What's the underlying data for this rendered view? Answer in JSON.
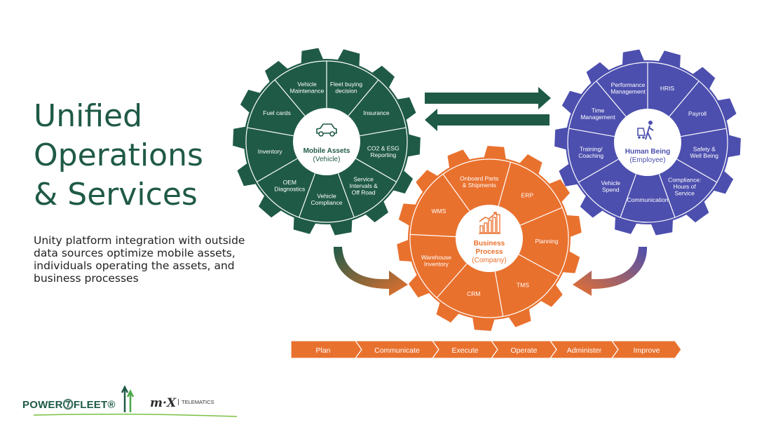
{
  "title": {
    "lines": [
      "Unified",
      "Operations",
      "& Services"
    ]
  },
  "subtitle": {
    "lines": [
      "Unity platform integration with outside",
      "data sources optimize mobile assets,",
      "individuals operating the assets, and",
      "business processes"
    ]
  },
  "colors": {
    "green": "#1f5a47",
    "blue": "#4c4fae",
    "orange": "#e9712e",
    "text_dark": "#222222"
  },
  "gears": {
    "mobile": {
      "title": "Mobile Assets",
      "subtitle": "(Vehicle)",
      "icon": "car-icon",
      "segments": [
        {
          "lines": [
            "Vehicle",
            "Maintenance"
          ]
        },
        {
          "lines": [
            "Fleet buying",
            "decision"
          ]
        },
        {
          "lines": [
            "Insurance"
          ]
        },
        {
          "lines": [
            "CO2 & ESG",
            "Reporting"
          ]
        },
        {
          "lines": [
            "Service",
            "Intervals &",
            "Off Road"
          ]
        },
        {
          "lines": [
            "Vehicle",
            "Compliance"
          ]
        },
        {
          "lines": [
            "OEM",
            "Diagnostics"
          ]
        },
        {
          "lines": [
            "Inventory"
          ]
        },
        {
          "lines": [
            "Fuel cards"
          ]
        }
      ]
    },
    "human": {
      "title": "Human Being",
      "subtitle": "(Employee)",
      "icon": "worker-cart-icon",
      "segments": [
        {
          "lines": [
            "Performance",
            "Management"
          ]
        },
        {
          "lines": [
            "HRIS"
          ]
        },
        {
          "lines": [
            "Payroll"
          ]
        },
        {
          "lines": [
            "Safety &",
            "Well Being"
          ]
        },
        {
          "lines": [
            "Compliance:",
            "Hours of",
            "Service"
          ]
        },
        {
          "lines": [
            "Communication"
          ]
        },
        {
          "lines": [
            "Vehicle",
            "Spend"
          ]
        },
        {
          "lines": [
            "Training/",
            "Coaching"
          ]
        },
        {
          "lines": [
            "Time",
            "Management"
          ]
        }
      ]
    },
    "business": {
      "title": "Business",
      "title2": "Process",
      "subtitle": "(Company)",
      "icon": "growth-chart-icon",
      "segments": [
        {
          "lines": [
            "Onboard Parts",
            "& Shipments"
          ]
        },
        {
          "lines": [
            "ERP"
          ]
        },
        {
          "lines": [
            "Planning"
          ]
        },
        {
          "lines": [
            "TMS"
          ]
        },
        {
          "lines": [
            "CRM"
          ]
        },
        {
          "lines": [
            "Warehouse",
            "Inventory"
          ]
        },
        {
          "lines": [
            "WMS"
          ]
        }
      ]
    }
  },
  "process_steps": [
    "Plan",
    "Communicate",
    "Execute",
    "Operate",
    "Administer",
    "Improve"
  ],
  "logo": {
    "powerfleet": "POWER⓻FLEET®",
    "mix": "m·X",
    "telematics": "TELEMATICS"
  }
}
